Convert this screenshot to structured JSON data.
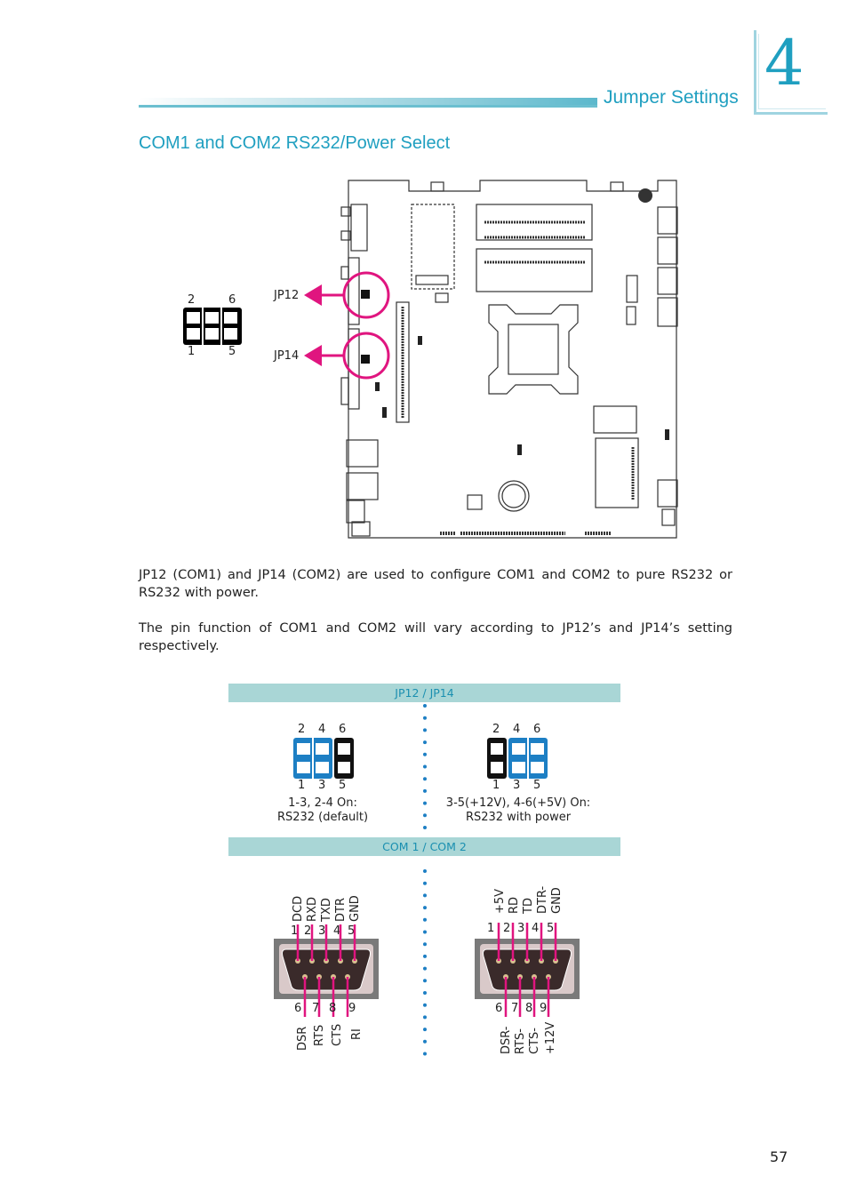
{
  "header": {
    "section": "Jumper Settings",
    "chapter_number": "4"
  },
  "section_title": "COM1 and COM2 RS232/Power Select",
  "board": {
    "jp12_label": "JP12",
    "jp14_label": "JP14",
    "pin_top": [
      "2",
      "6"
    ],
    "pin_bottom": [
      "1",
      "5"
    ]
  },
  "paragraphs": [
    "JP12 (COM1) and JP14 (COM2) are used to configure COM1 and COM2 to pure RS232 or RS232 with power.",
    "The pin function of COM1 and COM2 will vary according to JP12’s and JP14’s setting respectively."
  ],
  "jumper_table": {
    "header": "JP12 / JP14",
    "settings": [
      {
        "top_pins": [
          "2",
          "4",
          "6"
        ],
        "bottom_pins": [
          "1",
          "3",
          "5"
        ],
        "caption_line1": "1-3, 2-4 On:",
        "caption_line2": "RS232 (default)"
      },
      {
        "top_pins": [
          "2",
          "4",
          "6"
        ],
        "bottom_pins": [
          "1",
          "3",
          "5"
        ],
        "caption_line1": "3-5(+12V), 4-6(+5V) On:",
        "caption_line2": "RS232 with power"
      }
    ]
  },
  "com_table": {
    "header": "COM 1 / COM 2",
    "left": {
      "top_signals": [
        "DCD",
        "RXD",
        "TXD",
        "DTR",
        "GND"
      ],
      "top_pins": [
        "1",
        "2",
        "3",
        "4",
        "5"
      ],
      "bottom_pins": [
        "6",
        "7",
        "8",
        "9"
      ],
      "bottom_signals": [
        "DSR",
        "RTS",
        "CTS",
        "RI"
      ]
    },
    "right": {
      "top_signals": [
        "+5V",
        "RD",
        "TD",
        "DTR-",
        "GND"
      ],
      "top_pins": [
        "1",
        "2",
        "3",
        "4",
        "5"
      ],
      "bottom_pins": [
        "6",
        "7",
        "8",
        "9"
      ],
      "bottom_signals": [
        "DSR-",
        "RTS-",
        "CTS-",
        "+12V"
      ]
    }
  },
  "page_number": "57",
  "colors": {
    "accent": "#1f9fc0",
    "highlight": "#e0157f",
    "jumper_on": "#1d7fc4",
    "band": "#a9d6d6"
  }
}
